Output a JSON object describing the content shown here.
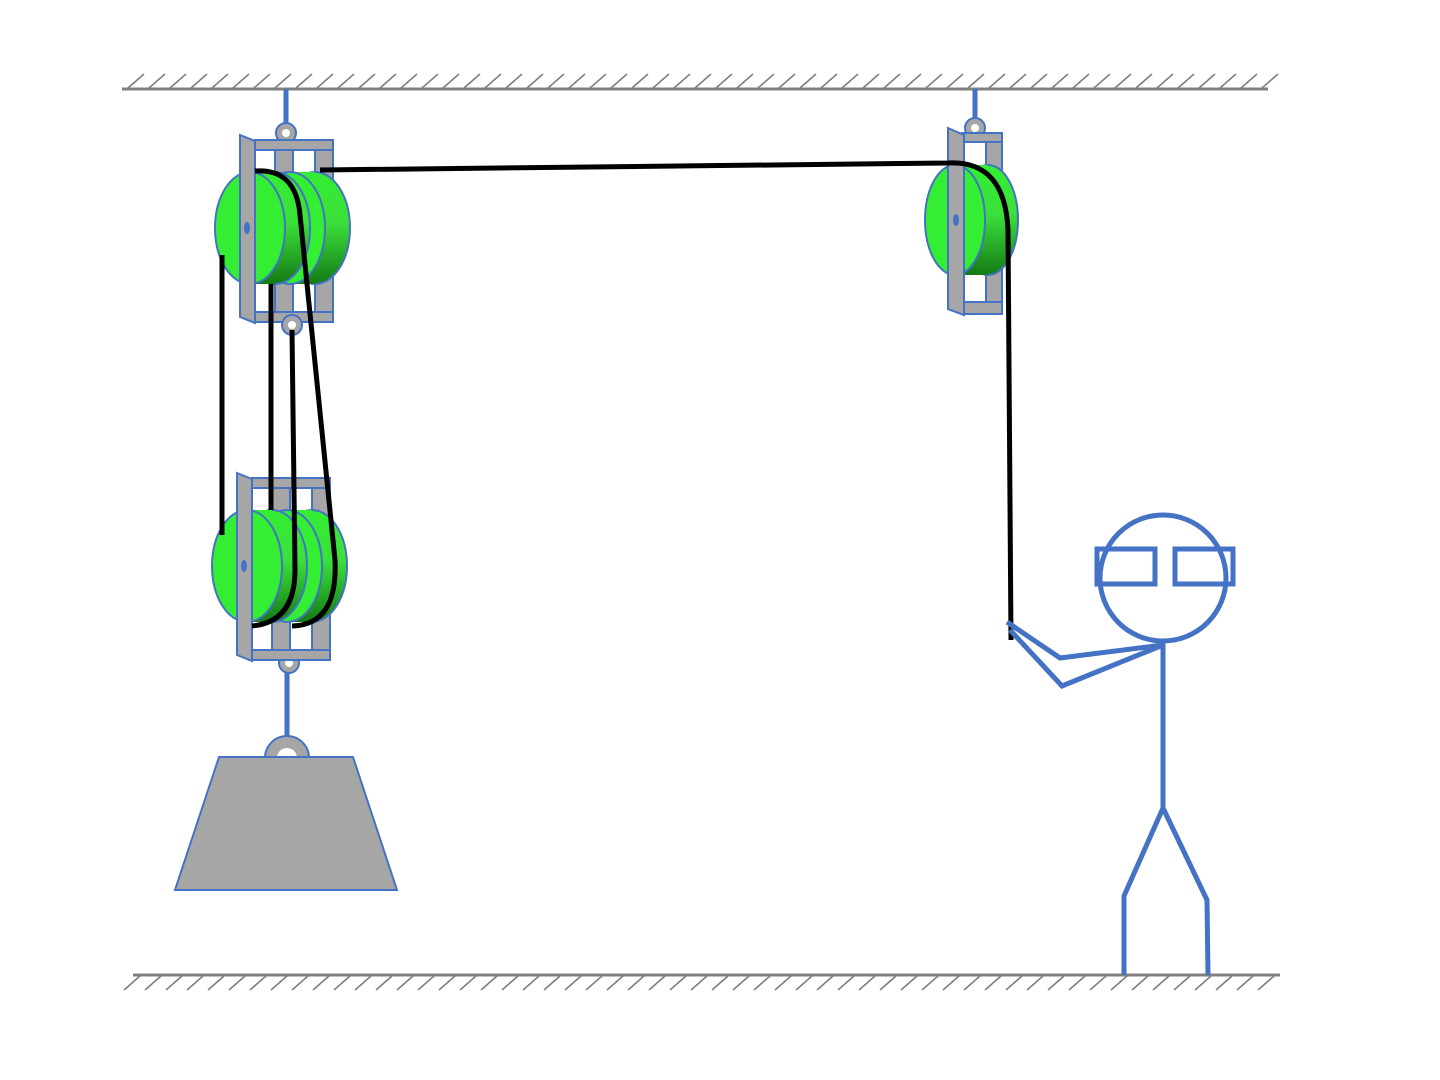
{
  "colors": {
    "structure_blue": "#4472C4",
    "sheave_green": "#33EE33",
    "sheave_dark_green": "#1A8A1A",
    "frame_gray": "#A6A6A6",
    "rope": "#000000",
    "ground": "#808080"
  },
  "icons": [
    "ceiling-hatch",
    "floor-hatch",
    "compound-pulley-block",
    "single-pulley",
    "weight",
    "stick-figure-with-glasses"
  ]
}
